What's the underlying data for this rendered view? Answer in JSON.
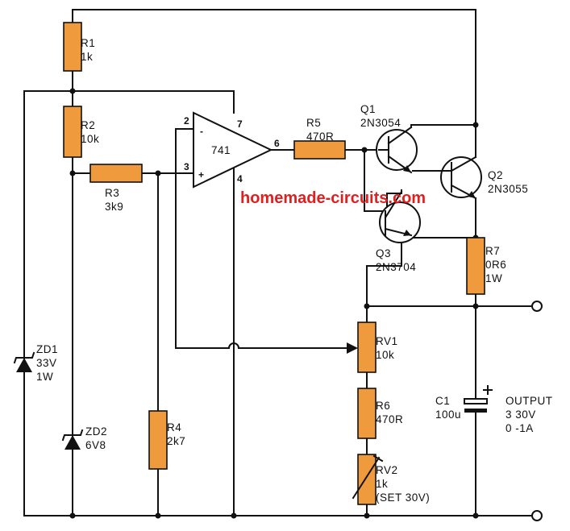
{
  "components": {
    "r1": {
      "ref": "R1",
      "value": "1k"
    },
    "r2": {
      "ref": "R2",
      "value": "10k"
    },
    "r3": {
      "ref": "R3",
      "value": "3k9"
    },
    "r4": {
      "ref": "R4",
      "value": "2k7"
    },
    "r5": {
      "ref": "R5",
      "value": "470R"
    },
    "r6": {
      "ref": "R6",
      "value": "470R"
    },
    "r7": {
      "ref": "R7",
      "value": "0R6",
      "rating": "1W"
    },
    "rv1": {
      "ref": "RV1",
      "value": "10k"
    },
    "rv2": {
      "ref": "RV2",
      "value": "1k",
      "note": "(SET 30V)"
    },
    "zd1": {
      "ref": "ZD1",
      "value": "33V",
      "rating": "1W"
    },
    "zd2": {
      "ref": "ZD2",
      "value": "6V8"
    },
    "c1": {
      "ref": "C1",
      "value": "100u"
    },
    "q1": {
      "ref": "Q1",
      "value": "2N3054"
    },
    "q2": {
      "ref": "Q2",
      "value": "2N3055"
    },
    "q3": {
      "ref": "Q3",
      "value": "2N3704"
    },
    "ic": {
      "value": "741",
      "pin2": "2",
      "pin3": "3",
      "pin4": "4",
      "pin6": "6",
      "pin7": "7",
      "minus": "-",
      "plus": "+"
    }
  },
  "output": {
    "title": "OUTPUT",
    "voltage": "3 30V",
    "current": "0 -1A"
  },
  "watermark": "homemade-circuits.com",
  "colors": {
    "resistor": "#ef9a3c",
    "watermark": "#e02020",
    "wire": "#111111"
  }
}
